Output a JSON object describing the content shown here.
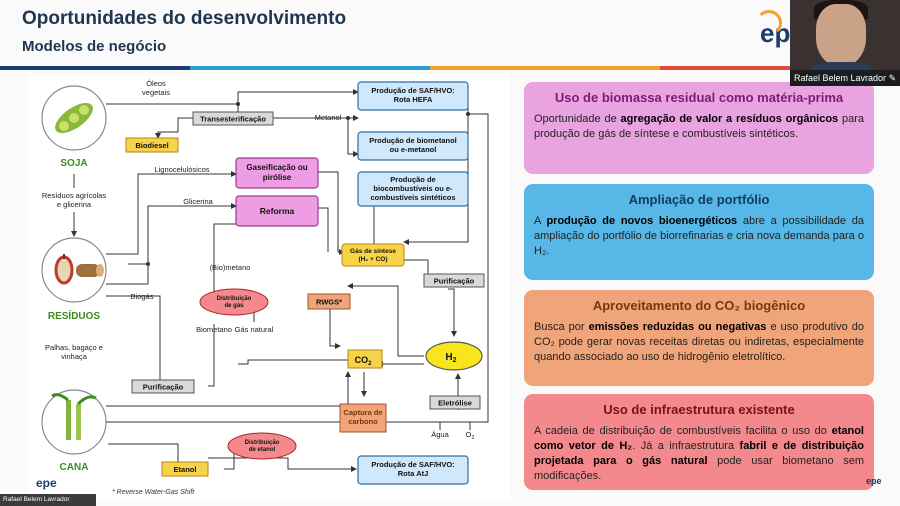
{
  "header": {
    "title": "Oportunidades do desenvolvimento",
    "subtitle": "Modelos de negócio",
    "logo": "epe",
    "stripe_colors": [
      "#1d3c6e",
      "#2a9fd6",
      "#f2a12a",
      "#e04b3a"
    ]
  },
  "webcam": {
    "name": "Rafael Belem Lavrador"
  },
  "footer": {
    "presenter_label": "Rafael Belem Lavrador",
    "logo": "epe",
    "footnote": "* Reverse Water-Gas Shift"
  },
  "diagram": {
    "feedstocks": {
      "soja": "SOJA",
      "residuos": "RESÍDUOS",
      "cana": "CANA"
    },
    "labels": {
      "oleos": [
        "Óleos",
        "vegetais"
      ],
      "metanol": "Metanol",
      "residuos_agricolas": [
        "Resíduos agrícolas",
        "e glicerina"
      ],
      "lignocelulosicos": "Lignocelulósicos",
      "glicerina": "Glicerina",
      "biometano_paren": "(Bio)metano",
      "biogas": "Biogás",
      "palhas": [
        "Palhas, bagaço e",
        "vinhaça"
      ],
      "biometano": "Biometano",
      "gas_natural": "Gás natural",
      "agua": "Água",
      "o2": "O",
      "o2_sub": "2"
    },
    "boxes": {
      "saf_hefa": [
        "Produção de SAF/HVO:",
        "Rota HEFA"
      ],
      "transesterificacao": "Transesterificação",
      "biometanol": [
        "Produção de biometanol",
        "ou e-metanol"
      ],
      "biodiesel": "Biodiesel",
      "gaseificacao": [
        "Gaseificação ou",
        "pirólise"
      ],
      "biocombustiveis": [
        "Produção de",
        "biocombustíveis ou e-",
        "combustíveis sintéticos"
      ],
      "reforma": "Reforma",
      "gas_sintese": [
        "Gás de síntese",
        "(H₂ + CO)"
      ],
      "purificacao_right": "Purificação",
      "rwgs": "RWGS*",
      "distribuicao_gas": [
        "Distribuição",
        "de gás"
      ],
      "h2": "H",
      "h2_sub": "2",
      "co2": "CO",
      "co2_sub": "2",
      "purificacao_left": "Purificação",
      "captura": [
        "Captura de",
        "carbono"
      ],
      "eletrolise": "Eletrólise",
      "distribuicao_etanol": [
        "Distribuição",
        "de etanol"
      ],
      "etanol": "Etanol",
      "saf_atj": [
        "Produção de SAF/HVO:",
        "Rota AtJ"
      ]
    }
  },
  "panels": [
    {
      "title": "Uso de biomassa residual como matéria-prima",
      "bg": "#e9a3e0",
      "title_color": "#7a1d72",
      "segments": [
        {
          "t": "Oportunidade de ",
          "b": false
        },
        {
          "t": "agregação de valor a resíduos orgânicos",
          "b": true
        },
        {
          "t": " para produção de gás de síntese e combustíveis sintéticos.",
          "b": false
        }
      ]
    },
    {
      "title": "Ampliação de portfólio",
      "bg": "#57b7e6",
      "title_color": "#123c5c",
      "segments": [
        {
          "t": "A ",
          "b": false
        },
        {
          "t": "produção de novos bioenergéticos",
          "b": true
        },
        {
          "t": " abre a possibilidade da ampliação do portfólio de biorrefinarias e cria nova demanda para o H₂.",
          "b": false
        }
      ]
    },
    {
      "title": "Aproveitamento do CO₂ biogênico",
      "bg": "#f0a479",
      "title_color": "#7a3410",
      "segments": [
        {
          "t": "Busca por ",
          "b": false
        },
        {
          "t": "emissões reduzidas ou negativas",
          "b": true
        },
        {
          "t": " e uso produtivo do CO₂ pode gerar novas receitas diretas ou indiretas, especialmente quando associado ao uso de hidrogênio eletrolítico.",
          "b": false
        }
      ]
    },
    {
      "title": "Uso de infraestrutura existente",
      "bg": "#f4898d",
      "title_color": "#7a1015",
      "segments": [
        {
          "t": "A cadeia de distribuição de combustíveis facilita o uso do ",
          "b": false
        },
        {
          "t": "etanol como vetor de H₂",
          "b": true
        },
        {
          "t": ". Já a infraestrutura ",
          "b": false
        },
        {
          "t": "fabril e de distribuição projetada para o gás natural",
          "b": true
        },
        {
          "t": " pode usar biometano sem modificações.",
          "b": false
        }
      ]
    }
  ]
}
